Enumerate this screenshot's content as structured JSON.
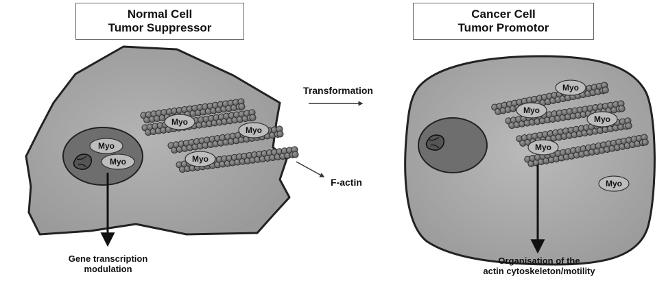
{
  "normal_panel": {
    "title_line1": "Normal Cell",
    "title_line2": "Tumor Suppressor",
    "nucleus_labels": [
      "Myo",
      "Myo"
    ],
    "cytoplasm_labels": [
      "Myo",
      "Myo",
      "Myo"
    ],
    "bottom_label_line1": "Gene transcription",
    "bottom_label_line2": "modulation"
  },
  "transition": {
    "label": "Transformation"
  },
  "factin": {
    "label": "F-actin"
  },
  "cancer_panel": {
    "title_line1": "Cancer Cell",
    "title_line2": "Tumor Promotor",
    "cytoplasm_labels": [
      "Myo",
      "Myo",
      "Myo",
      "Myo",
      "Myo"
    ],
    "bottom_label_line1": "Organisation of the",
    "bottom_label_line2": "actin cytoskeleton/motility"
  },
  "colors": {
    "cell_fill": "#a6a6a6",
    "cell_stroke": "#222222",
    "nucleus_fill": "#6e6e6e",
    "filament_bead": "#7d7d7d",
    "myo_fill": "#bdbdbd"
  }
}
